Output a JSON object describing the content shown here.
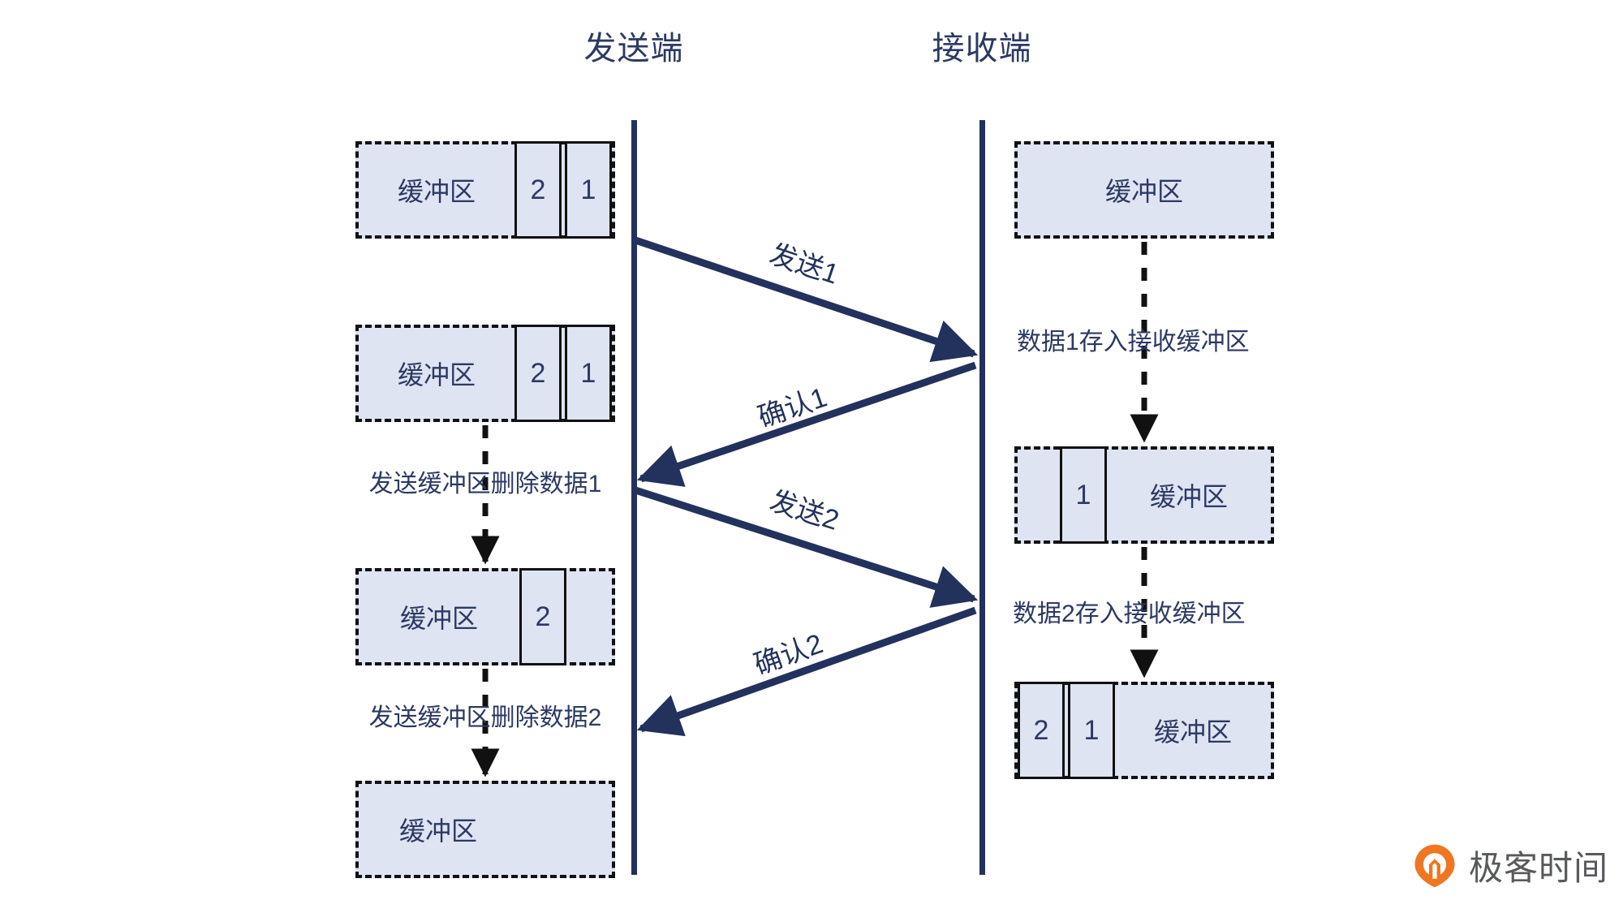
{
  "diagram": {
    "type": "sequence-diagram",
    "title_left": "发送端",
    "title_right": "接收端",
    "buffer_label": "缓冲区",
    "colors": {
      "line": "#22325c",
      "text": "#2b3a63",
      "buffer_fill": "#dfe4f3",
      "dash_border": "#111111",
      "brand_orange": "#ef7622",
      "brand_gray": "#58595b"
    }
  },
  "sender_states": [
    {
      "id": "sender-state-1",
      "label": "缓冲区",
      "cells": [
        "2",
        "1"
      ]
    },
    {
      "id": "sender-state-2",
      "label": "缓冲区",
      "cells": [
        "2",
        "1"
      ]
    },
    {
      "id": "sender-state-3",
      "label": "缓冲区",
      "cells": [
        "2"
      ]
    },
    {
      "id": "sender-state-4",
      "label": "缓冲区",
      "cells": []
    }
  ],
  "receiver_states": [
    {
      "id": "receiver-state-1",
      "label": "缓冲区",
      "cells": []
    },
    {
      "id": "receiver-state-2",
      "label": "缓冲区",
      "cells": [
        "1"
      ]
    },
    {
      "id": "receiver-state-3",
      "label": "缓冲区",
      "cells": [
        "2",
        "1"
      ]
    }
  ],
  "messages": [
    {
      "id": "message-send-1",
      "label": "发送1",
      "direction": "sender-to-receiver"
    },
    {
      "id": "message-confirm-1",
      "label": "确认1",
      "direction": "receiver-to-sender"
    },
    {
      "id": "message-send-2",
      "label": "发送2",
      "direction": "sender-to-receiver"
    },
    {
      "id": "message-confirm-2",
      "label": "确认2",
      "direction": "receiver-to-sender"
    }
  ],
  "sender_annotations": [
    {
      "id": "sender-annot-1",
      "text": "发送缓冲区删除数据1"
    },
    {
      "id": "sender-annot-2",
      "text": "发送缓冲区删除数据2"
    }
  ],
  "receiver_annotations": [
    {
      "id": "receiver-annot-1",
      "text": "数据1存入接收缓冲区"
    },
    {
      "id": "receiver-annot-2",
      "text": "数据2存入接收缓冲区"
    }
  ],
  "brand": {
    "name": "极客时间",
    "icon": "location-pin-icon"
  }
}
